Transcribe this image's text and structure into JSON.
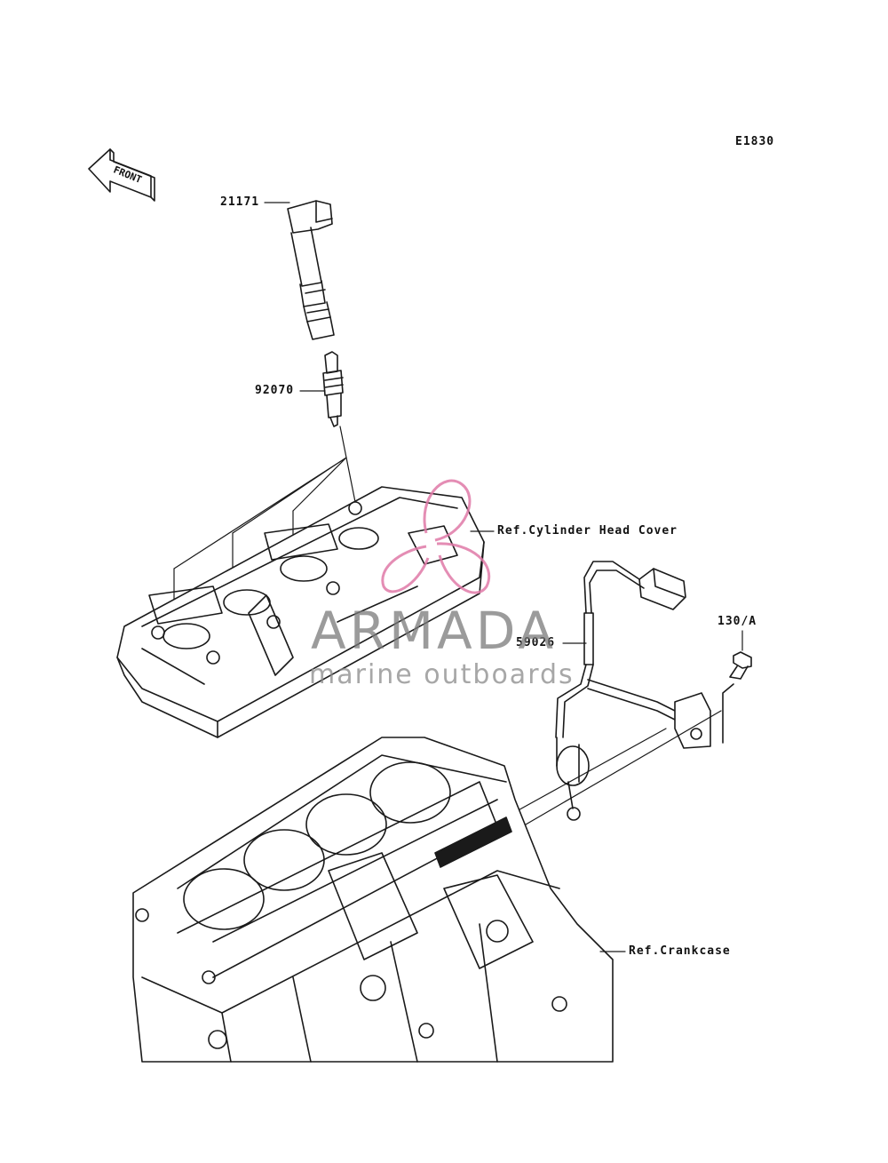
{
  "diagram": {
    "code": "E1830",
    "front_label": "FRONT",
    "parts": [
      {
        "id": "21171"
      },
      {
        "id": "92070"
      },
      {
        "id": "59026"
      },
      {
        "id": "130/A"
      }
    ],
    "refs": [
      {
        "text": "Ref.Cylinder Head Cover"
      },
      {
        "text": "Ref.Crankcase"
      }
    ]
  },
  "watermark": {
    "brand": "ARMADA",
    "tagline": "marine outboards",
    "accent_color": "#e07aa8"
  },
  "colors": {
    "line": "#1a1a1a",
    "shade": "#9a9a9a"
  }
}
